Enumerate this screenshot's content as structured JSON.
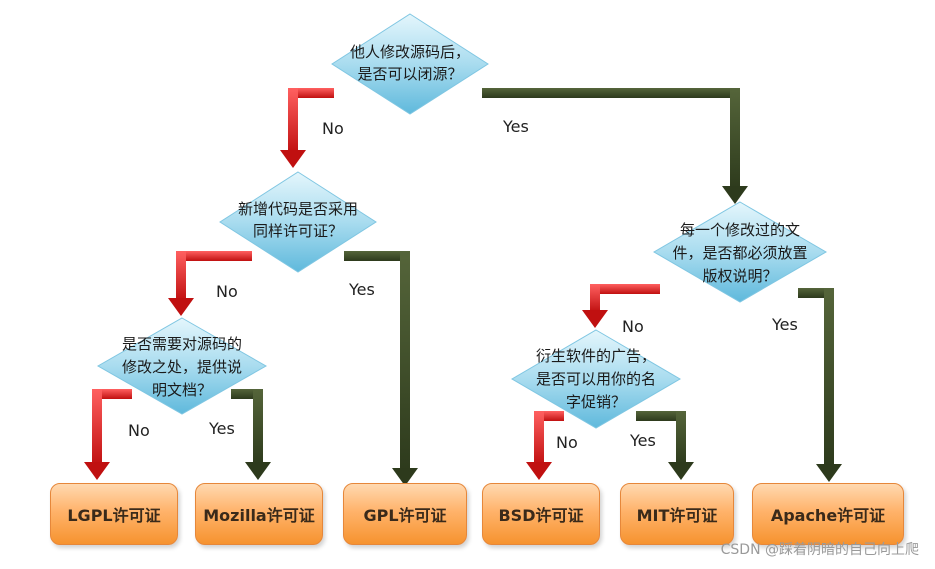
{
  "decisions": {
    "q1": [
      "他人修改源码后，",
      "是否可以闭源？"
    ],
    "q2": [
      "新增代码是否采用",
      "同样许可证？"
    ],
    "q3": [
      "是否需要对源码的",
      "修改之处，提供说",
      "明文档？"
    ],
    "q4": [
      "每一个修改过的文",
      "件，是否都必须放置",
      "版权说明？"
    ],
    "q5": [
      "衍生软件的广告，",
      "是否可以用你的名",
      "字促销？"
    ]
  },
  "answers": {
    "no": "No",
    "yes": "Yes"
  },
  "licenses": {
    "lgpl": "LGPL许可证",
    "mozilla": "Mozilla许可证",
    "gpl": "GPL许可证",
    "bsd": "BSD许可证",
    "mit": "MIT许可证",
    "apache": "Apache许可证"
  },
  "watermark": "CSDN @踩着阴暗的自己向上爬",
  "colors": {
    "no_arrow": "#cc1f1f",
    "yes_arrow": "#3c4a2a",
    "diamond_top": "#d8f2fa",
    "diamond_bottom": "#6cc3e0",
    "license_fill": "#f8a35a"
  }
}
